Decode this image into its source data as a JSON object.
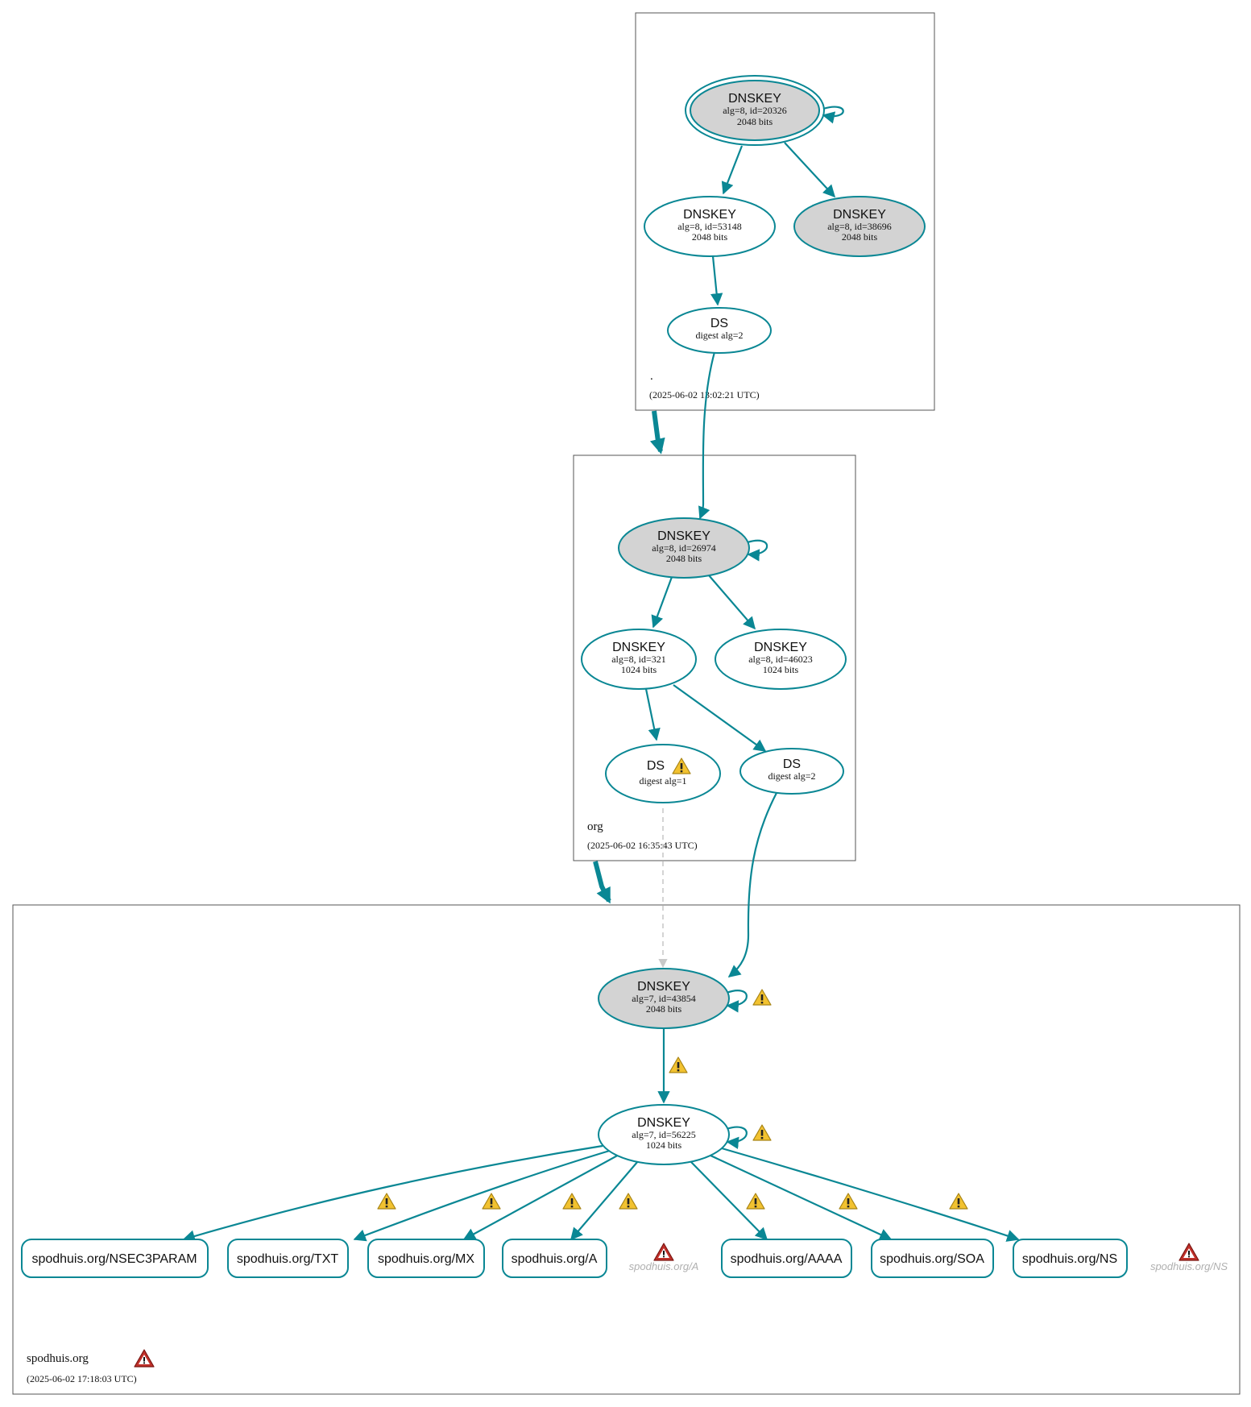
{
  "colors": {
    "accent": "#0a8794",
    "ksk_fill": "#d3d3d3",
    "warning": "#f2c230",
    "error": "#c0302a"
  },
  "zones": [
    {
      "id": "root",
      "name": ".",
      "timestamp": "(2025-06-02 13:02:21 UTC)"
    },
    {
      "id": "org",
      "name": "org",
      "timestamp": "(2025-06-02 16:35:43 UTC)"
    },
    {
      "id": "spod",
      "name": "spodhuis.org",
      "timestamp": "(2025-06-02 17:18:03 UTC)"
    }
  ],
  "nodes": {
    "root_ksk": {
      "title": "DNSKEY",
      "line1": "alg=8, id=20326",
      "line2": "2048 bits"
    },
    "root_zsk": {
      "title": "DNSKEY",
      "line1": "alg=8, id=53148",
      "line2": "2048 bits"
    },
    "root_k2": {
      "title": "DNSKEY",
      "line1": "alg=8, id=38696",
      "line2": "2048 bits"
    },
    "root_ds": {
      "title": "DS",
      "line1": "digest alg=2"
    },
    "org_ksk": {
      "title": "DNSKEY",
      "line1": "alg=8, id=26974",
      "line2": "2048 bits"
    },
    "org_zsk1": {
      "title": "DNSKEY",
      "line1": "alg=8, id=321",
      "line2": "1024 bits"
    },
    "org_zsk2": {
      "title": "DNSKEY",
      "line1": "alg=8, id=46023",
      "line2": "1024 bits"
    },
    "org_ds1": {
      "title": "DS",
      "line1": "digest alg=1"
    },
    "org_ds2": {
      "title": "DS",
      "line1": "digest alg=2"
    },
    "sp_ksk": {
      "title": "DNSKEY",
      "line1": "alg=7, id=43854",
      "line2": "2048 bits"
    },
    "sp_zsk": {
      "title": "DNSKEY",
      "line1": "alg=7, id=56225",
      "line2": "1024 bits"
    }
  },
  "rrsets": [
    "spodhuis.org/NSEC3PARAM",
    "spodhuis.org/TXT",
    "spodhuis.org/MX",
    "spodhuis.org/A",
    "spodhuis.org/AAAA",
    "spodhuis.org/SOA",
    "spodhuis.org/NS"
  ],
  "ghost_rrsets": [
    "spodhuis.org/A",
    "spodhuis.org/NS"
  ],
  "icons": {
    "warning": "warning-icon",
    "error": "error-icon"
  }
}
